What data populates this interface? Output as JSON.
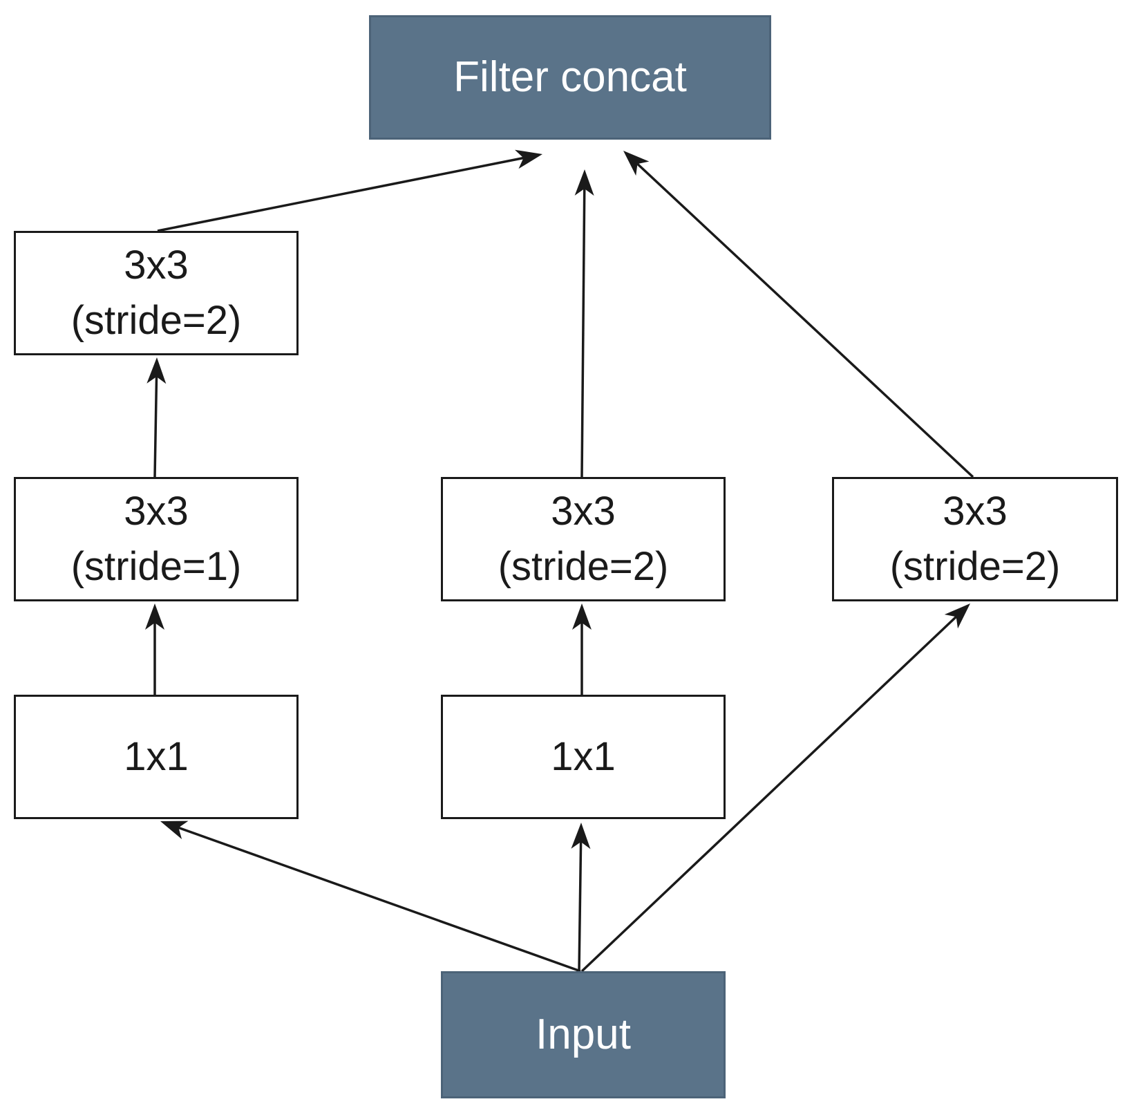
{
  "colors": {
    "dark_box_fill": "#5a7389",
    "dark_box_text": "#ffffff",
    "light_box_fill": "#ffffff",
    "stroke": "#1a1a1a"
  },
  "nodes": {
    "concat": {
      "label": "Filter concat"
    },
    "input": {
      "label": "Input"
    },
    "branch_a": {
      "conv1x1": {
        "label": "1x1"
      },
      "conv3x3_s1": {
        "line1": "3x3",
        "line2": "(stride=1)"
      },
      "conv3x3_s2": {
        "line1": "3x3",
        "line2": "(stride=2)"
      }
    },
    "branch_b": {
      "conv1x1": {
        "label": "1x1"
      },
      "conv3x3_s2": {
        "line1": "3x3",
        "line2": "(stride=2)"
      }
    },
    "branch_c": {
      "conv3x3_s2": {
        "line1": "3x3",
        "line2": "(stride=2)"
      }
    }
  },
  "edges": [
    {
      "from": "input",
      "to": "branch_a.conv1x1"
    },
    {
      "from": "input",
      "to": "branch_b.conv1x1"
    },
    {
      "from": "input",
      "to": "branch_c.conv3x3_s2"
    },
    {
      "from": "branch_a.conv1x1",
      "to": "branch_a.conv3x3_s1"
    },
    {
      "from": "branch_a.conv3x3_s1",
      "to": "branch_a.conv3x3_s2"
    },
    {
      "from": "branch_b.conv1x1",
      "to": "branch_b.conv3x3_s2"
    },
    {
      "from": "branch_a.conv3x3_s2",
      "to": "concat"
    },
    {
      "from": "branch_b.conv3x3_s2",
      "to": "concat"
    },
    {
      "from": "branch_c.conv3x3_s2",
      "to": "concat"
    }
  ]
}
